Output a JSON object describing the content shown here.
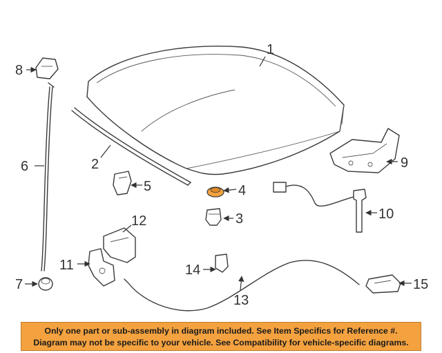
{
  "callouts": {
    "p1": "1",
    "p2": "2",
    "p3": "3",
    "p4": "4",
    "p5": "5",
    "p6": "6",
    "p7": "7",
    "p8": "8",
    "p9": "9",
    "p10": "10",
    "p11": "11",
    "p12": "12",
    "p13": "13",
    "p14": "14",
    "p15": "15"
  },
  "banner": {
    "line1": "Only one part or sub-assembly in diagram included. See Item Specifics for Reference #.",
    "line2": "Diagram may not be specific to your vehicle. See Compatibility for vehicle-specific diagrams."
  },
  "colors": {
    "highlight_part": "#f4a23f",
    "banner_background": "#f4a23f"
  }
}
